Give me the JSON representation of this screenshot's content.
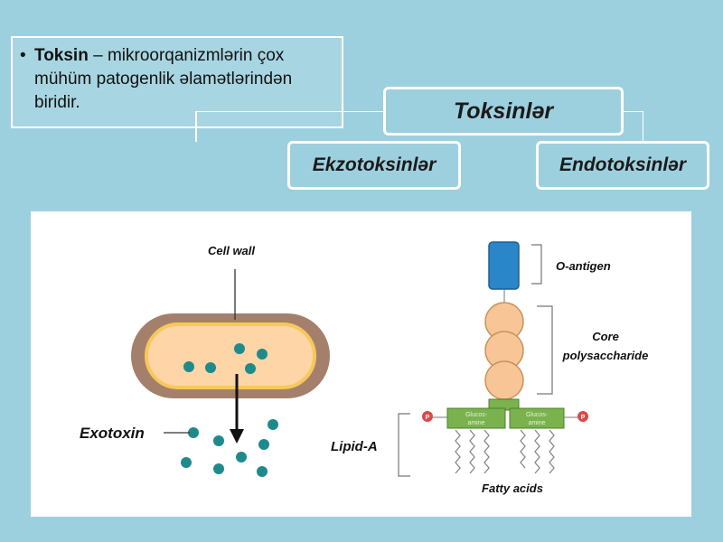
{
  "bullet": {
    "term": "Toksin",
    "rest": " – mikroorqanizmlərin çox mühüm patogenlik əlamətlərindən biridir."
  },
  "hierarchy": {
    "root": "Toksinlər",
    "left": "Ekzotoksinlər",
    "right": "Endotoksinlər"
  },
  "figure": {
    "cell_wall": "Cell wall",
    "exotoxin": "Exotoxin",
    "o_antigen": "O-antigen",
    "core_line1": "Core",
    "core_line2": "polysaccharide",
    "lipid_a": "Lipid-A",
    "fatty_acids": "Fatty acids",
    "glucosamine_top": "Glucos-",
    "glucosamine_bottom": "amine",
    "phosphate": "P"
  },
  "colors": {
    "background": "#9dd0df",
    "cell_outer": "#a4806c",
    "cell_inner": "#fdd5a6",
    "cell_ring": "#f7c85a",
    "toxin_dot": "#1e8a8c",
    "o_antigen_fill": "#2a86c8",
    "core_fill": "#f7c596",
    "lipid_fill": "#7ab24e",
    "phosphate_fill": "#d94a4a"
  }
}
